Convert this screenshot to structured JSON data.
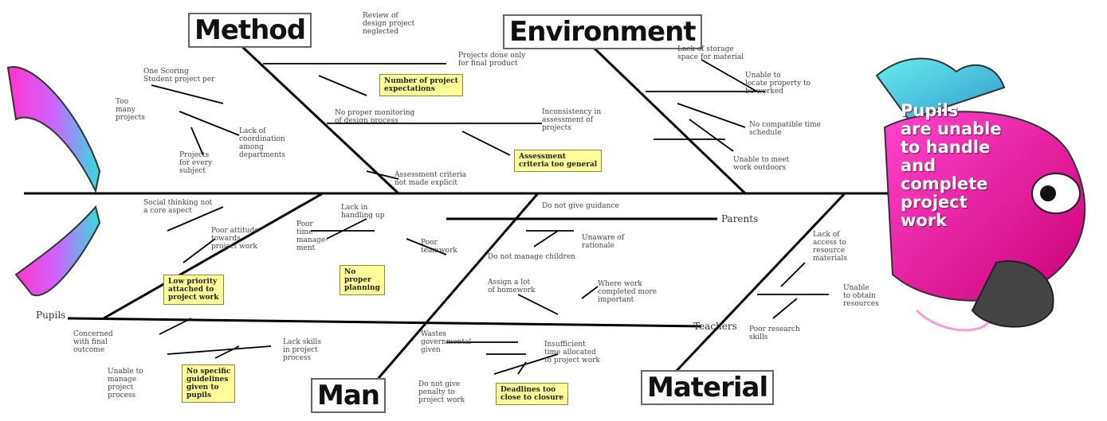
{
  "categories": {
    "method": "Method",
    "environment": "Environment",
    "man": "Man",
    "material": "Material"
  },
  "effect": "Pupils\nare unable\nto handle\nand\ncomplete\nproject\nwork",
  "sublabels": {
    "parents": "Parents",
    "pupils": "Pupils",
    "teachers": "Teachers"
  },
  "method_causes": [
    "Review of\ndesign project\nneglected",
    "One Scoring\nStudent project per",
    "Too\nmany\nprojects",
    "Lack of\ncoordination\namong\ndepartments",
    "Projects\nfor every\nsubject",
    "Projects done only\nfor final product",
    "No proper monitoring\nof design process",
    "Assessment criteria\nnot made explicit"
  ],
  "method_notes": [
    "Number of project\nexpectations"
  ],
  "environment_causes": [
    "Lack of storage\nspace for material",
    "Unable to\nlocate property to\nbe worked",
    "Inconsistency in\nassessment of\nprojects",
    "No compatible time\nschedule",
    "Unable to meet\nwork outdoors"
  ],
  "environment_notes": [
    "Assessment\ncriteria too general"
  ],
  "man_causes": [
    "Social thinking not\na core aspect",
    "Poor attitude\ntowards\nproject work",
    "Poor\ntime\nmanage-\nment",
    "Lack in\nhandling up",
    "Poor\nteamwork",
    "Concerned\nwith final\noutcome",
    "Lack skills\nin project\nprocess",
    "Unable to\nmanage\nproject\nprocess",
    "Wastes\ngovernmental\ngiven",
    "Insufficient\ntime allocated\nto project work",
    "Do not give\npenalty to\nproject work",
    "Assign a lot\nof homework",
    "Where work\ncompleted more\nimportant",
    "Do not give guidance",
    "Do not manage children",
    "Unaware of\nrationale"
  ],
  "man_notes": [
    "Low priority\nattached to\nproject work",
    "No\nproper\nplanning",
    "No specific\nguidelines\ngiven to\npupils",
    "Deadlines too\nclose to closure"
  ],
  "material_causes": [
    "Lack of\naccess to\nresource\nmaterials",
    "Unable\nto obtain\nresources",
    "Poor research\nskills"
  ]
}
